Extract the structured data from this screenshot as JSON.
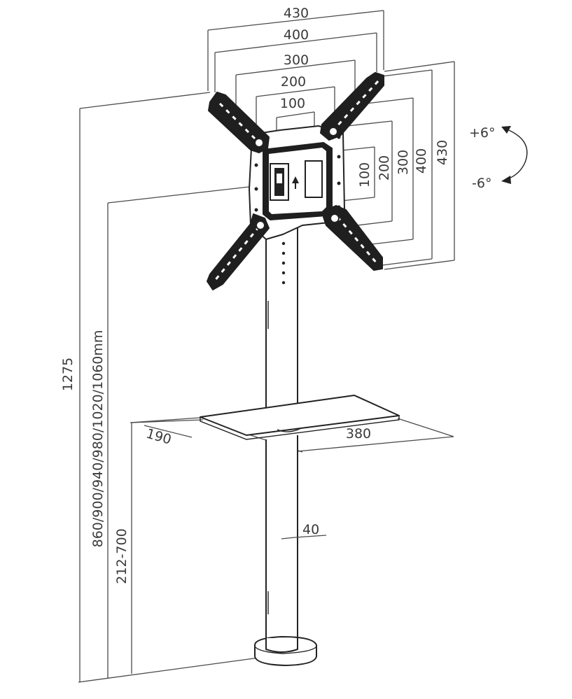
{
  "colors": {
    "ink": "#222222",
    "dimension_line": "#4a4a4a",
    "label": "#3a3a3a",
    "background": "#ffffff"
  },
  "vesa_width_labels": [
    "430",
    "400",
    "300",
    "200",
    "100"
  ],
  "vesa_height_labels": [
    "100",
    "200",
    "300",
    "400",
    "430"
  ],
  "tilt": {
    "up": "+6°",
    "down": "-6°"
  },
  "overall_height": "1275",
  "mount_heights": "860/900/940/980/1020/1060mm",
  "shelf_height": "212-700",
  "shelf_depth": "190",
  "shelf_width": "380",
  "pole_diameter": "40"
}
